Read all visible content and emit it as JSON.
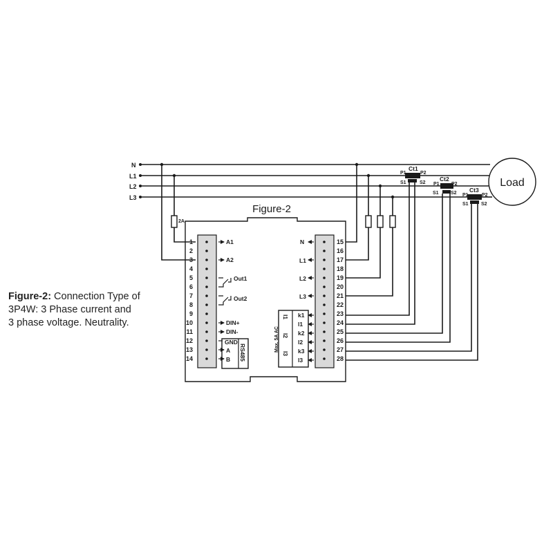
{
  "figure_title": "Figure-2",
  "caption": {
    "bold": "Figure-2:",
    "line1": " Connection Type of",
    "line2": "3P4W: 3 Phase current and",
    "line3": "3 phase voltage. Neutrality."
  },
  "load_label": "Load",
  "bus_lines": [
    "N",
    "L1",
    "L2",
    "L3"
  ],
  "fuse_label": "2A",
  "left_pins": [
    "1",
    "2",
    "3",
    "4",
    "5",
    "6",
    "7",
    "8",
    "9",
    "10",
    "11",
    "12",
    "13",
    "14"
  ],
  "right_pins": [
    "15",
    "16",
    "17",
    "18",
    "19",
    "20",
    "21",
    "22",
    "23",
    "24",
    "25",
    "26",
    "27",
    "28"
  ],
  "left_signals": {
    "a1": "A1",
    "a2": "A2",
    "out1": "Out1",
    "out2": "Out2",
    "din_plus": "DIN+",
    "din_minus": "DIN-",
    "gnd": "GND",
    "a": "A",
    "b": "B",
    "rs485": "RS485"
  },
  "right_signals": {
    "n": "N",
    "l1": "L1",
    "l2": "L2",
    "l3": "L3",
    "k1": "k1",
    "i1": "l1",
    "k2": "k2",
    "i2": "l2",
    "k3": "k3",
    "i3": "l3",
    "max_current": "Max. 5A AC",
    "ct_group_1": "I1",
    "ct_group_2": "I2",
    "ct_group_3": "I3"
  },
  "current_transformers": [
    {
      "name": "Ct1",
      "p1": "P1",
      "p2": "P2",
      "s1": "S1",
      "s2": "S2"
    },
    {
      "name": "Ct2",
      "p1": "P1",
      "p2": "P2",
      "s1": "S1",
      "s2": "S2"
    },
    {
      "name": "Ct3",
      "p1": "P1",
      "p2": "P2",
      "s1": "S1",
      "s2": "S2"
    }
  ]
}
